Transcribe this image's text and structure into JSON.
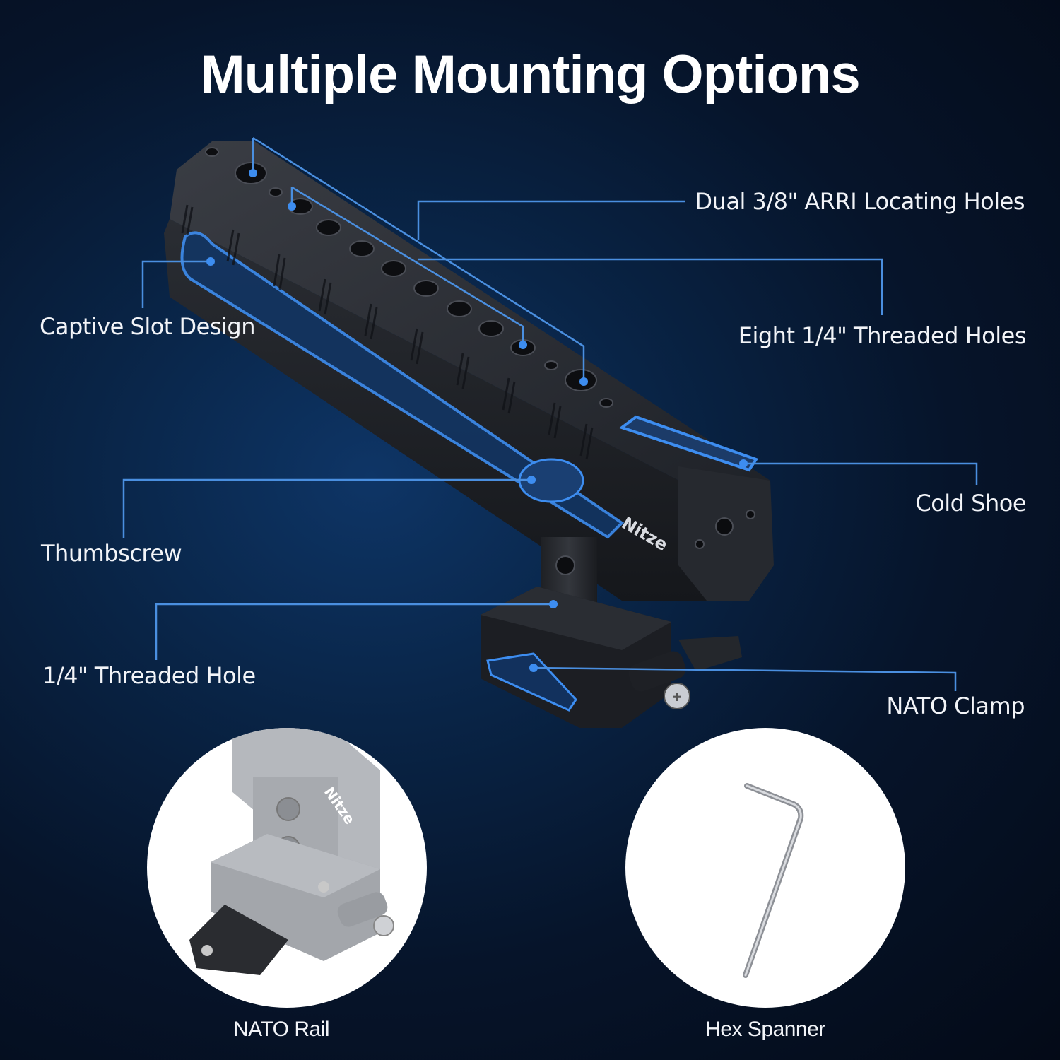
{
  "title": "Multiple Mounting Options",
  "brand": "Nitze",
  "callouts": {
    "arri_holes": "Dual 3/8\" ARRI Locating Holes",
    "threaded_holes": "Eight 1/4\" Threaded Holes",
    "captive_slot": "Captive Slot Design",
    "cold_shoe": "Cold Shoe",
    "thumbscrew": "Thumbscrew",
    "threaded_hole": "1/4\" Threaded Hole",
    "nato_clamp": "NATO Clamp"
  },
  "insets": [
    {
      "label": "NATO Rail"
    },
    {
      "label": "Hex Spanner"
    }
  ],
  "colors": {
    "accent_line": "#4a8fe0",
    "accent_dot": "#3d8df0",
    "background": "#06142a"
  }
}
